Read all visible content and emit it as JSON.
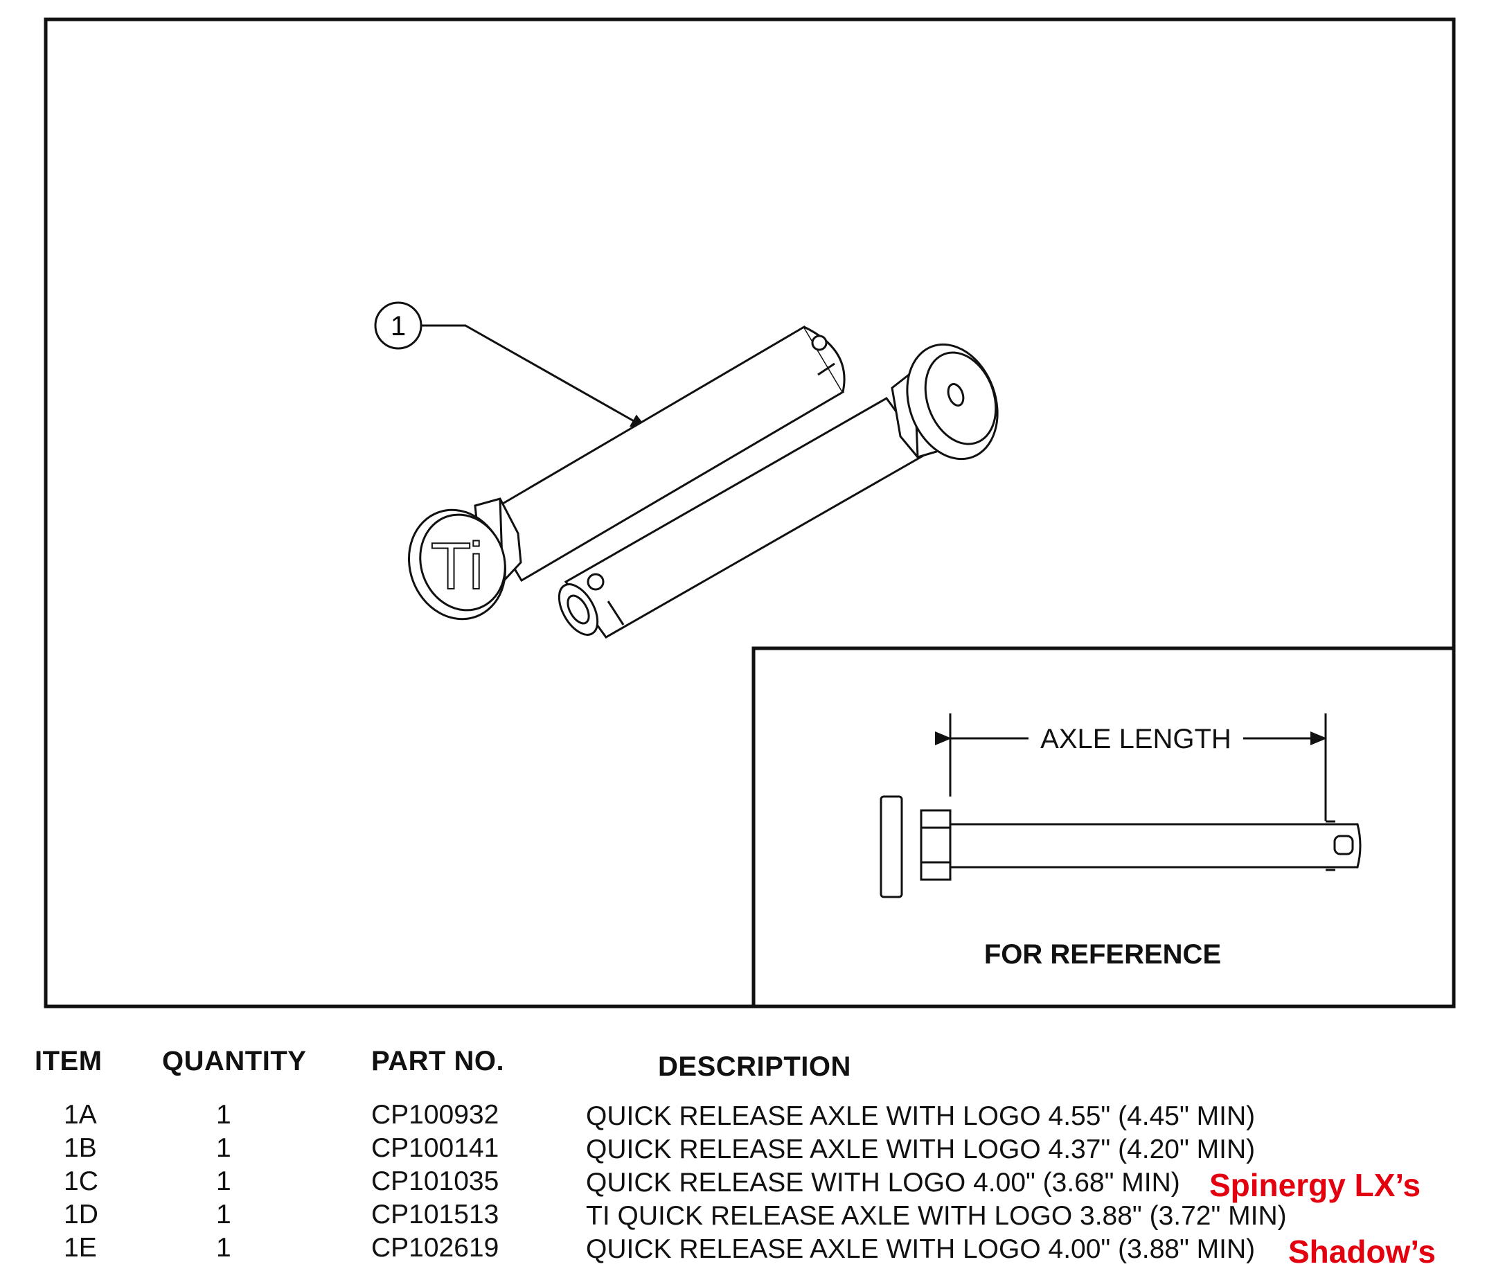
{
  "callout": {
    "number": "1"
  },
  "logo": {
    "text": "Ti"
  },
  "reference": {
    "dimension_label": "AXLE LENGTH",
    "caption": "FOR REFERENCE"
  },
  "table": {
    "headers": {
      "item": "ITEM",
      "quantity": "QUANTITY",
      "part_no": "PART NO.",
      "description": "DESCRIPTION"
    },
    "rows": [
      {
        "item": "1A",
        "quantity": "1",
        "part_no": "CP100932",
        "description": "QUICK RELEASE AXLE WITH LOGO 4.55\" (4.45\" MIN)",
        "note": ""
      },
      {
        "item": "1B",
        "quantity": "1",
        "part_no": "CP100141",
        "description": "QUICK RELEASE AXLE WITH LOGO 4.37\" (4.20\" MIN)",
        "note": ""
      },
      {
        "item": "1C",
        "quantity": "1",
        "part_no": "CP101035",
        "description": "QUICK RELEASE WITH LOGO 4.00\" (3.68\" MIN)",
        "note": "Spinergy LX’s"
      },
      {
        "item": "1D",
        "quantity": "1",
        "part_no": "CP101513",
        "description": "TI QUICK RELEASE AXLE WITH LOGO 3.88\" (3.72\" MIN)",
        "note": ""
      },
      {
        "item": "1E",
        "quantity": "1",
        "part_no": "CP102619",
        "description": "QUICK RELEASE AXLE WITH LOGO 4.00\" (3.88\" MIN)",
        "note": "Shadow’s"
      }
    ]
  }
}
